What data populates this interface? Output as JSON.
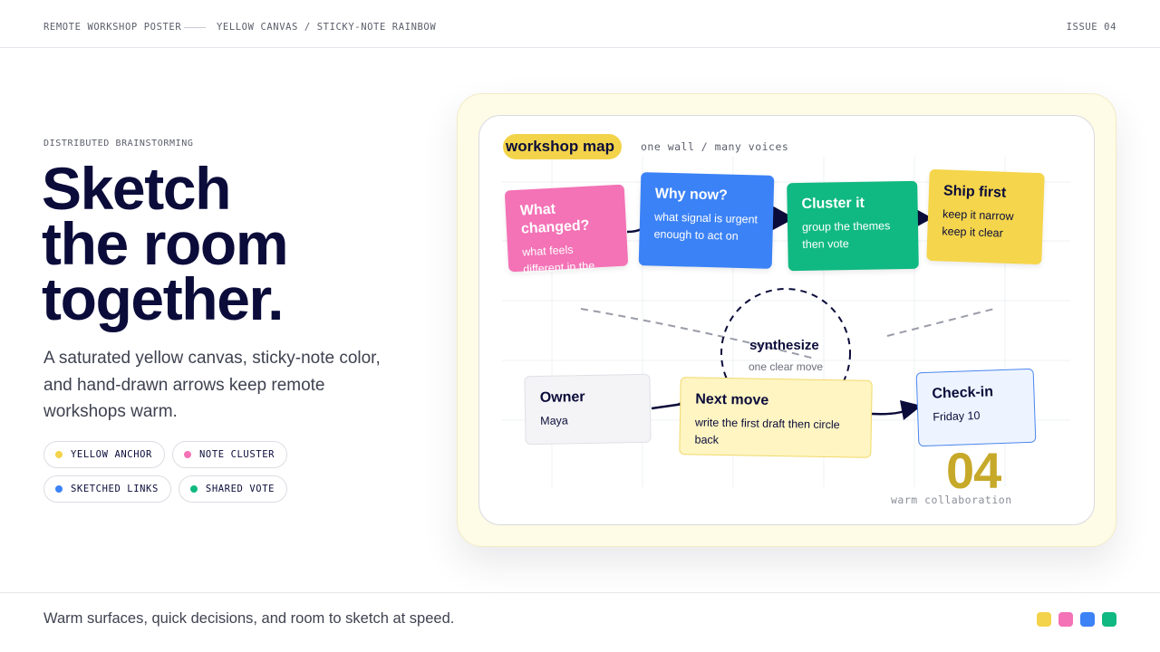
{
  "topbar": {
    "left_label": "REMOTE WORKSHOP POSTER",
    "middle_label": "YELLOW CANVAS / STICKY-NOTE RAINBOW",
    "right_label": "ISSUE 04"
  },
  "hero": {
    "eyebrow": "DISTRIBUTED BRAINSTORMING",
    "headline_lines": [
      "Sketch",
      "the room",
      "together."
    ],
    "lede": "A saturated yellow canvas, sticky-note color, and hand-drawn arrows keep remote workshops warm."
  },
  "chips": [
    {
      "label": "YELLOW ANCHOR",
      "color": "#f3d34a"
    },
    {
      "label": "NOTE CLUSTER",
      "color": "#f472b6"
    },
    {
      "label": "SKETCHED LINKS",
      "color": "#3b82f6"
    },
    {
      "label": "SHARED VOTE",
      "color": "#10b981"
    }
  ],
  "board": {
    "badge": "workshop map",
    "subtitle": "one wall / many voices",
    "top_notes": [
      {
        "title": "What changed?",
        "body": "what feels different in the room",
        "color": "#f472b6"
      },
      {
        "title": "Why now?",
        "body": "what signal is urgent enough to act on",
        "color": "#3b82f6"
      },
      {
        "title": "Cluster it",
        "body": "group the themes then vote",
        "color": "#10b981"
      },
      {
        "title": "Ship first",
        "body": "keep it narrow keep it clear",
        "color": "#f5d54b"
      }
    ],
    "synthesize": {
      "title": "synthesize",
      "subtitle": "one clear move"
    },
    "bottom_notes": [
      {
        "title": "Owner",
        "body": "Maya"
      },
      {
        "title": "Next move",
        "body": "write the first draft then circle back"
      },
      {
        "title": "Check-in",
        "body": "Friday 10"
      }
    ],
    "big_number": "04",
    "big_caption": "warm collaboration"
  },
  "footer": {
    "text": "Warm surfaces, quick decisions, and room to sketch at speed.",
    "swatches": [
      "#f3d34a",
      "#f472b6",
      "#3b82f6",
      "#10b981"
    ]
  }
}
